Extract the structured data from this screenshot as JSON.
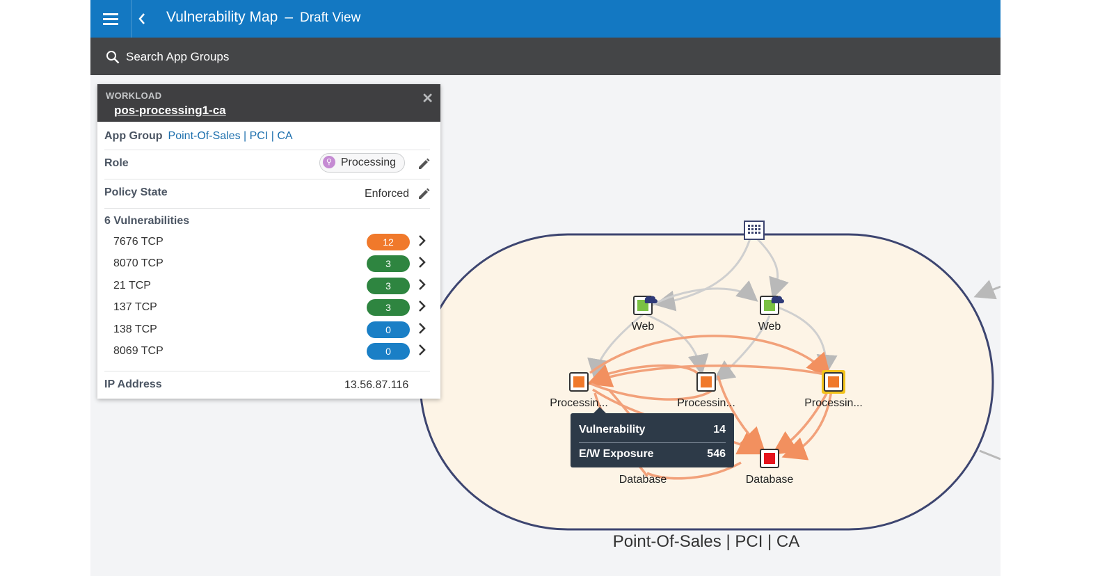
{
  "header": {
    "title": "Vulnerability Map",
    "separator": "–",
    "subtitle": "Draft View"
  },
  "search": {
    "label": "Search App Groups"
  },
  "panel": {
    "kind": "WORKLOAD",
    "name": "pos-processing1-ca",
    "close": "✕",
    "app_group_label": "App Group",
    "app_group_value": "Point-Of-Sales | PCI | CA",
    "role_label": "Role",
    "role_value": "Processing",
    "policy_label": "Policy State",
    "policy_value": "Enforced",
    "vuln_heading": "6 Vulnerabilities",
    "vulnerabilities": [
      {
        "port": "7676 TCP",
        "count": "12",
        "color": "#f0792b"
      },
      {
        "port": "8070 TCP",
        "count": "3",
        "color": "#2e8540"
      },
      {
        "port": "21 TCP",
        "count": "3",
        "color": "#2e8540"
      },
      {
        "port": "137 TCP",
        "count": "3",
        "color": "#2e8540"
      },
      {
        "port": "138 TCP",
        "count": "0",
        "color": "#1a7fc6"
      },
      {
        "port": "8069 TCP",
        "count": "0",
        "color": "#1a7fc6"
      }
    ],
    "ip_label": "IP Address",
    "ip_value": "13.56.87.116"
  },
  "map": {
    "group_label": "Point-Of-Sales | PCI | CA",
    "nodes": [
      {
        "label": "Web",
        "color": "#7ac143"
      },
      {
        "label": "Web",
        "color": "#7ac143"
      },
      {
        "label": "Processin...",
        "color": "#f0792b"
      },
      {
        "label": "Processin...",
        "color": "#f0792b"
      },
      {
        "label": "Processin...",
        "color": "#f0792b"
      },
      {
        "label": "Database",
        "color": "#f0792b"
      },
      {
        "label": "Database",
        "color": "#e5141e"
      }
    ],
    "colors": {
      "group_fill": "#fdf4e6",
      "group_border": "#3d4570",
      "edge_orange": "#f2a17a",
      "edge_gray": "#cfcfcf",
      "selected_border": "#f2c21b"
    }
  },
  "tooltip": {
    "vuln_label": "Vulnerability",
    "vuln_value": "14",
    "exposure_label": "E/W Exposure",
    "exposure_value": "546"
  }
}
